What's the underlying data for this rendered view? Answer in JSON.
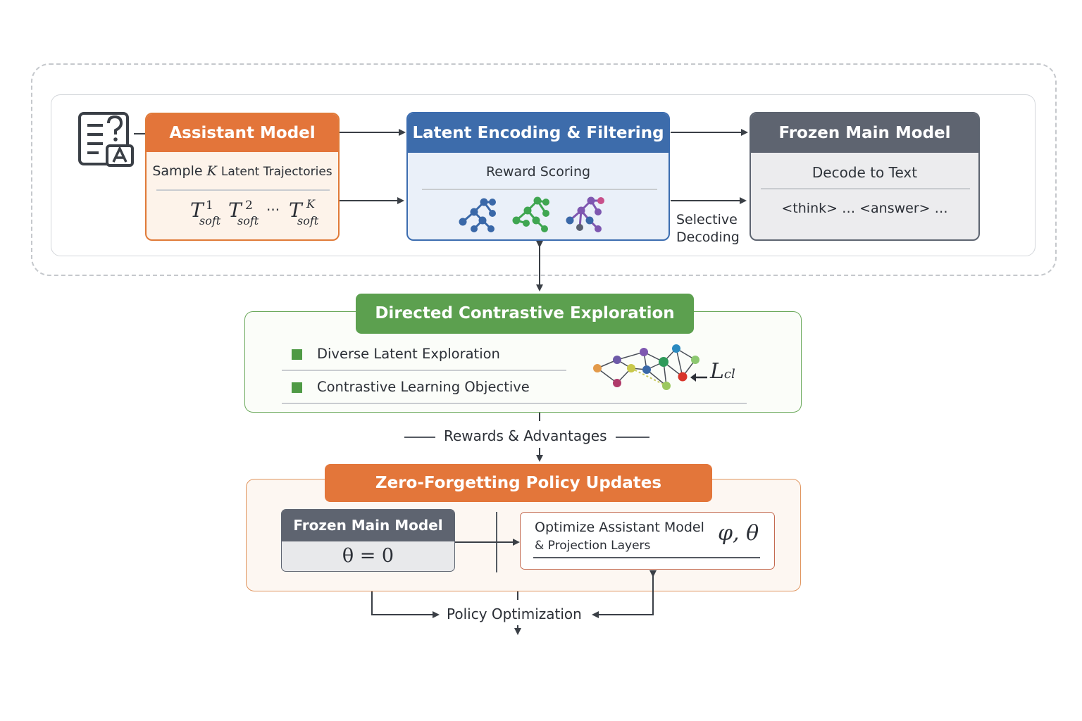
{
  "top": {
    "assistant": {
      "title": "Assistant Model",
      "sample_prefix": "Sample",
      "sample_k": "K",
      "sample_suffix": "Latent Trajectories",
      "traj_symbol": "T",
      "traj_sub": "soft",
      "traj_sup_1": "1",
      "traj_sup_2": "2",
      "traj_ellipsis": "···",
      "traj_sup_k": "K"
    },
    "latent": {
      "title": "Latent Encoding & Filtering",
      "subtitle": "Reward Scoring",
      "graph_colors": [
        "#3a68a8",
        "#3fa651",
        "#7e57b0"
      ]
    },
    "frozen": {
      "title": "Frozen Main Model",
      "subtitle": "Decode to Text",
      "output": "<think> … <answer> …"
    },
    "selective_label": "Selective\nDecoding"
  },
  "exploration": {
    "title": "Directed Contrastive Exploration",
    "items": [
      "Diverse Latent Exploration",
      "Contrastive Learning Objective"
    ],
    "loss_symbol": "L",
    "loss_sub": "cl"
  },
  "rewards_label": "Rewards & Advantages",
  "policy": {
    "title": "Zero-Forgetting Policy Updates",
    "frozen_title": "Frozen Main Model",
    "frozen_eq": "θ = 0",
    "optimize_line1": "Optimize Assistant Model",
    "optimize_line2": "& Projection Layers",
    "optimize_params": "φ, θ"
  },
  "optimization_label": "Policy Optimization",
  "colors": {
    "orange": "#e3753a",
    "blue": "#3d6cab",
    "gray": "#5e6470",
    "green": "#5ca04f"
  }
}
